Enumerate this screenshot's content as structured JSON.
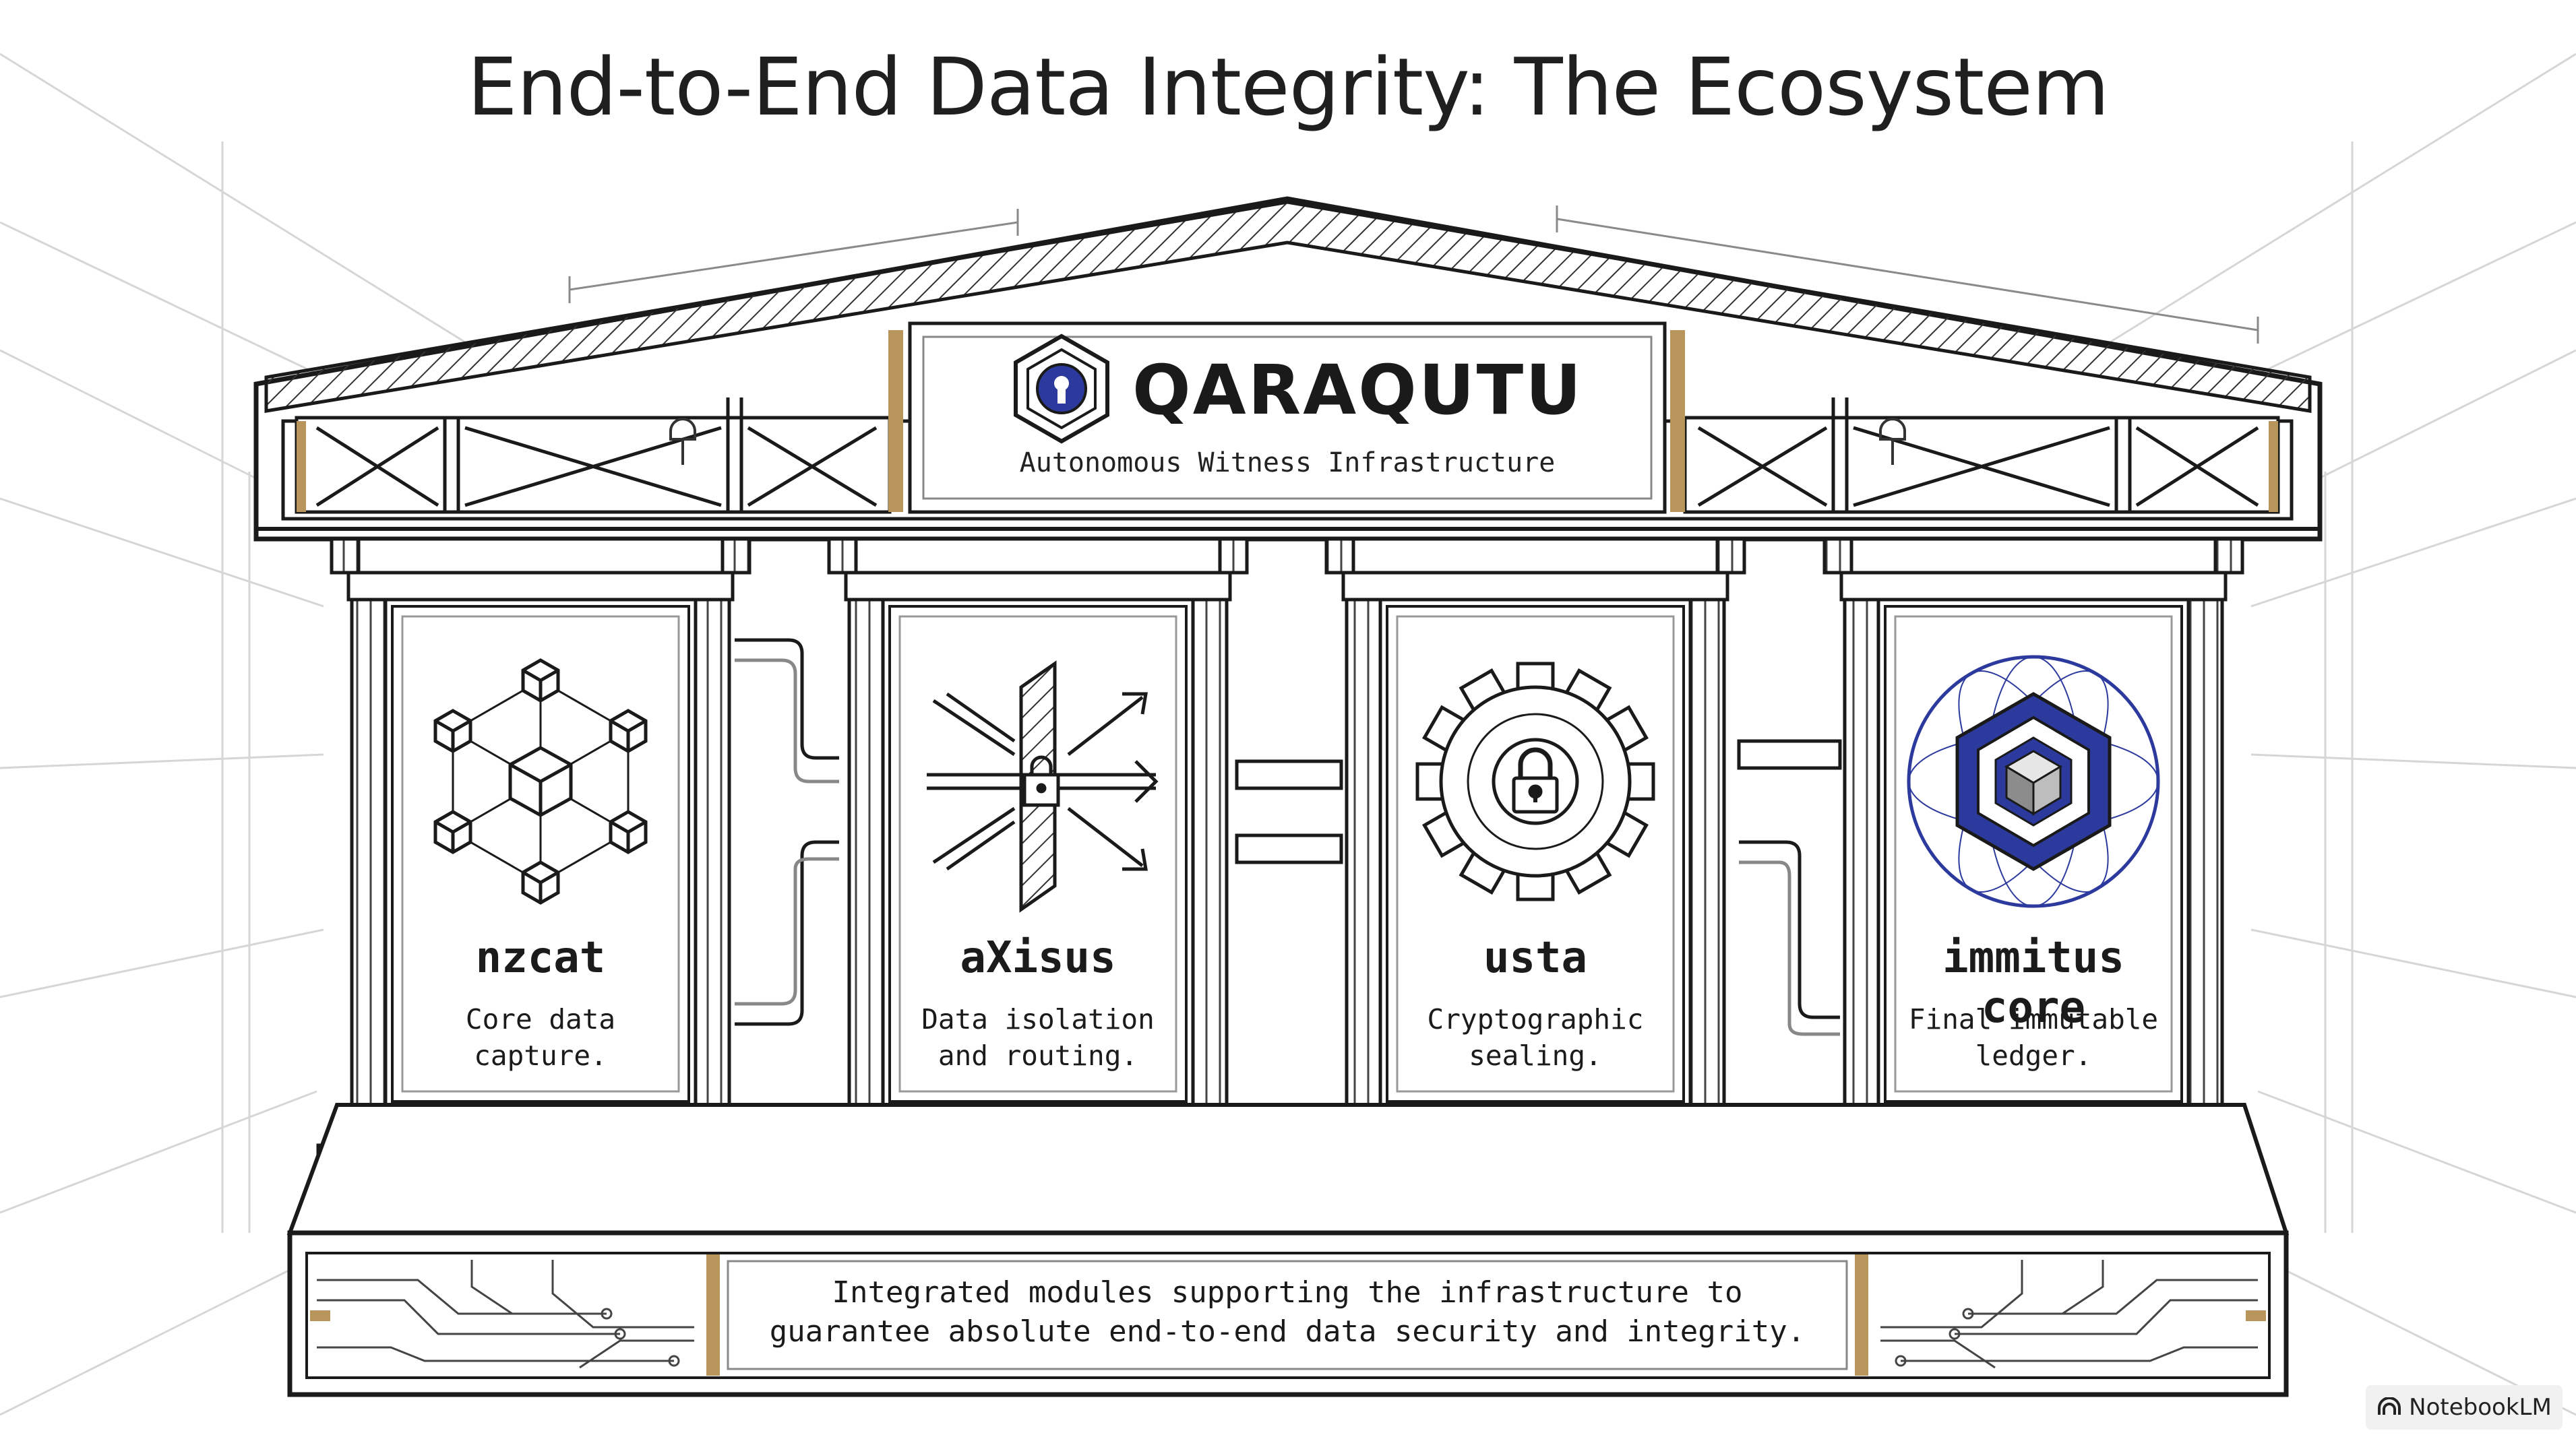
{
  "title": "End-to-End Data Integrity: The Ecosystem",
  "brand": {
    "name": "QARAQUTU",
    "tagline": "Autonomous Witness Infrastructure",
    "icon": "lock-gem-icon"
  },
  "pillars": [
    {
      "name": "nzcat",
      "desc_line1": "Core data",
      "desc_line2": "capture.",
      "icon": "cube-network-icon"
    },
    {
      "name": "aXisus",
      "desc_line1": "Data isolation",
      "desc_line2": "and routing.",
      "icon": "lock-routing-icon"
    },
    {
      "name": "usta",
      "desc_line1": "Cryptographic",
      "desc_line2": "sealing.",
      "icon": "gear-lock-icon"
    },
    {
      "name": "immitus core",
      "desc_line1": "Final immutable",
      "desc_line2": "ledger.",
      "icon": "hex-cube-sphere-icon"
    }
  ],
  "base": {
    "line1": "Integrated modules supporting the infrastructure to",
    "line2": "guarantee absolute end-to-end data security and integrity."
  },
  "badge": {
    "label": "NotebookLM",
    "icon": "notebooklm-icon"
  },
  "colors": {
    "accent_gold": "#b8955a",
    "accent_blue": "#2c3a9e",
    "ink": "#1b1b1b"
  }
}
